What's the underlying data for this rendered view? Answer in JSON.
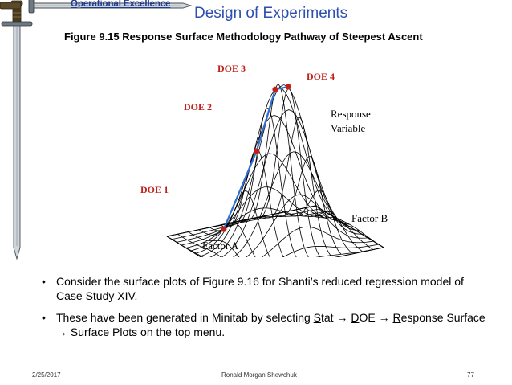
{
  "header": {
    "brand": "Operational Excellence",
    "title": "Design of Experiments",
    "sword_icon": "sword-icon"
  },
  "figure": {
    "caption": "Figure 9.15  Response Surface Methodology Pathway of Steepest Ascent",
    "labels": {
      "doe1": "DOE 1",
      "doe2": "DOE 2",
      "doe3": "DOE 3",
      "doe4": "DOE 4",
      "response_line1": "Response",
      "response_line2": "Variable",
      "factor_a": "Factor A",
      "factor_b": "Factor B"
    },
    "colors": {
      "mesh": "#000000",
      "path": "#2f6fd1",
      "point": "#c0201a"
    }
  },
  "bullets": {
    "b1": "Consider the surface plots of Figure 9.16 for Shanti’s reduced regression model of Case Study XIV.",
    "b2_pre": "These have been generated in Minitab by selecting ",
    "b2_stat_first": "S",
    "b2_stat_rest": "tat",
    "b2_arrow1": " → ",
    "b2_doe_first": "D",
    "b2_doe_rest": "OE",
    "b2_arrow2": " → ",
    "b2_resp_first": "R",
    "b2_resp_rest": "esponse Surface ",
    "b2_arrow3": "→",
    "b2_post": " Surface Plots on the top menu."
  },
  "footer": {
    "date": "2/25/2017",
    "author": "Ronald Morgan Shewchuk",
    "page": "77"
  }
}
